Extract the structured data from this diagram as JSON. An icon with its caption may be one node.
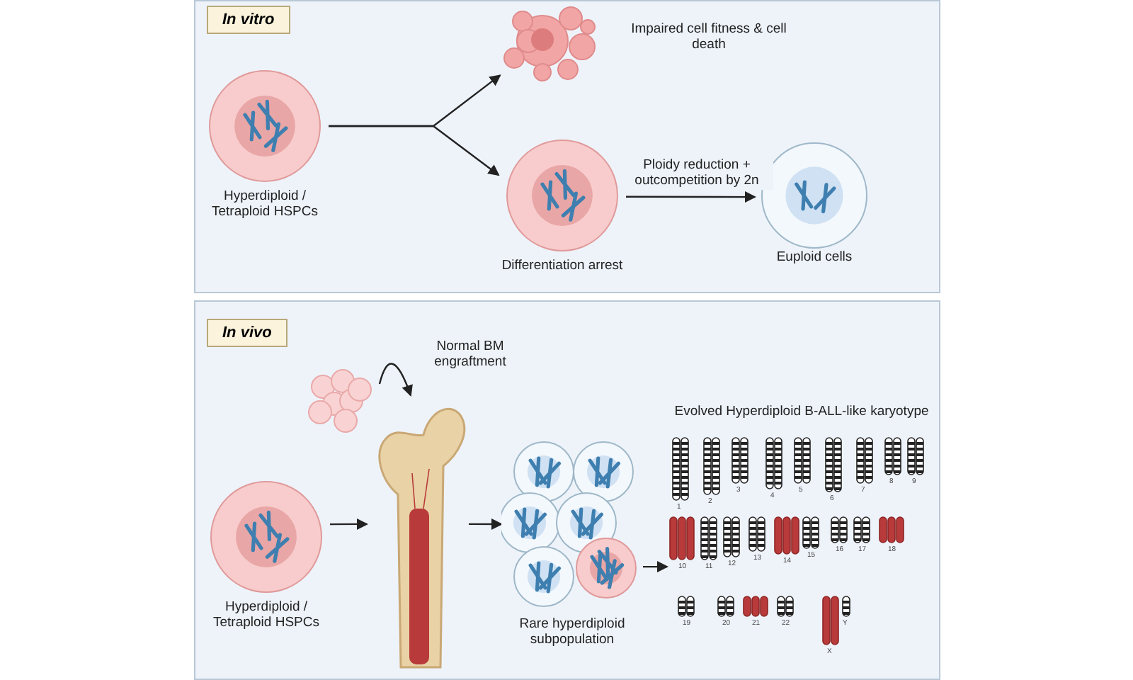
{
  "diagram": {
    "nodes": [
      {
        "text": [
          "In vitro"
        ]
      },
      {
        "text": [
          "Hyperdiploid / Tetraploid HSPCs"
        ],
        "in": 0
      },
      {
        "text": [
          "Impaired cell fitness & cell death"
        ],
        "in": 0
      },
      {
        "text": [
          "Differentiation arrest"
        ],
        "in": 0
      },
      {
        "text": [
          "Euploid cells"
        ],
        "in": 0
      },
      {
        "text": [
          "In vivo"
        ]
      },
      {
        "text": [],
        "shape": "picture",
        "in": 5
      },
      {
        "text": [
          "Hyperdiploid / Tetraploid HSPCs"
        ],
        "in": 5
      },
      {
        "text": [],
        "shape": "picture",
        "in": 5
      },
      {
        "text": [
          "Rare hyperdiploid subpopulation"
        ],
        "in": 5
      },
      {
        "text": [
          "Evolved Hyperdiploid B-ALL-like karyotype"
        ],
        "in": 5
      }
    ],
    "edges": [
      {
        "from": 1,
        "to": 2,
        "arrow": "to"
      },
      {
        "from": 1,
        "to": 3,
        "arrow": "to"
      },
      {
        "from": 3,
        "to": 4,
        "label": "Ploidy reduction + outcompetition by 2n",
        "arrow": "to"
      },
      {
        "from": 6,
        "to": 8,
        "label": "Normal BM engraftment",
        "arrow": "to"
      },
      {
        "from": 7,
        "to": 8,
        "arrow": "to"
      },
      {
        "from": 8,
        "to": 9,
        "arrow": "to"
      },
      {
        "from": 9,
        "to": 10,
        "arrow": "to"
      }
    ],
    "labels": [
      "1",
      "2",
      "3",
      "4",
      "5",
      "6",
      "7",
      "8",
      "9",
      "10",
      "11",
      "12",
      "13",
      "14",
      "15",
      "16",
      "17",
      "18",
      "19",
      "20",
      "21",
      "22",
      "X",
      "Y"
    ]
  }
}
